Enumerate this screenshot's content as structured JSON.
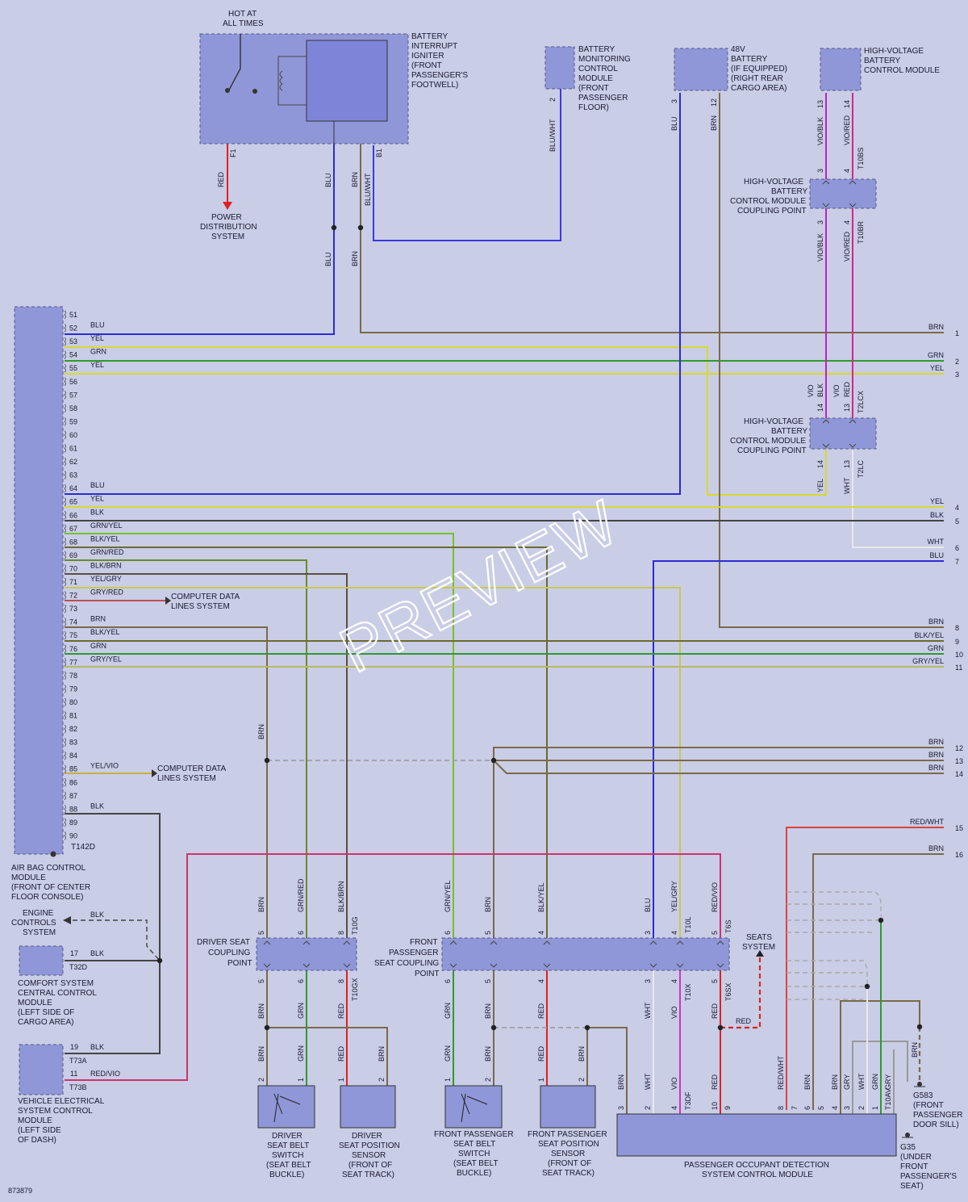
{
  "colors": {
    "BLU": "#2b2bd6",
    "BRN": "#7a6a4a",
    "YEL": "#d8d830",
    "GRN": "#2e9a2e",
    "BLK": "#444444",
    "RED": "#e02020",
    "VIO": "#d030d0",
    "WHT": "#e8e8e8",
    "GRY": "#9a9a9a",
    "BLU/WHT": "#3a3ae0",
    "BRN/WHT": "#8a7a5a",
    "GRN/YEL": "#78c028",
    "BLK/YEL": "#6a6a30",
    "GRN/RED": "#6a8a2a",
    "BLK/BRN": "#5a5040",
    "YEL/GRY": "#c8c850",
    "GRY/RED": "#c05050",
    "GRY/YEL": "#b8b860",
    "YEL/VIO": "#c8b040",
    "RED/VIO": "#d03070",
    "RED/WHT": "#e04040",
    "VIO/BLK": "#c020c0",
    "VIO/RED": "#d02890",
    "background": "#c9cde6",
    "module": "#8f97d8"
  },
  "watermark": "PREVIEW",
  "figure_id": "873879",
  "modules": {
    "airbag": [
      "AIR BAG CONTROL",
      "MODULE",
      "(FRONT OF CENTER",
      "FLOOR CONSOLE)"
    ],
    "airbag_connector": "T142D",
    "igniter": [
      "BATTERY",
      "INTERRUPT",
      "IGNITER",
      "(FRONT",
      "PASSENGER'S",
      "FOOTWELL)"
    ],
    "hot": [
      "HOT AT",
      "ALL TIMES"
    ],
    "power": [
      "POWER",
      "DISTRIBUTION",
      "SYSTEM"
    ],
    "bmc": [
      "BATTERY",
      "MONITORING",
      "CONTROL",
      "MODULE",
      "(FRONT",
      "PASSENGER",
      "FLOOR)"
    ],
    "battery48": [
      "48V",
      "BATTERY",
      "(IF EQUIPPED)",
      "(RIGHT REAR",
      "CARGO AREA)"
    ],
    "hvbcm": [
      "HIGH-VOLTAGE",
      "BATTERY",
      "CONTROL MODULE"
    ],
    "hvcp": [
      "HIGH-VOLTAGE",
      "BATTERY",
      "CONTROL MODULE",
      "COUPLING POINT"
    ],
    "engine": [
      "ENGINE",
      "CONTROLS",
      "SYSTEM"
    ],
    "comfort": [
      "COMFORT SYSTEM",
      "CENTRAL CONTROL",
      "MODULE",
      "(LEFT SIDE OF",
      "CARGO AREA)"
    ],
    "vesc": [
      "VEHICLE ELECTRICAL",
      "SYSTEM CONTROL",
      "MODULE",
      "(LEFT SIDE",
      "OF DASH)"
    ],
    "cdl1": [
      "COMPUTER DATA",
      "LINES SYSTEM"
    ],
    "cdl2": [
      "COMPUTER DATA",
      "LINES SYSTEM"
    ],
    "driver_cp": [
      "DRIVER SEAT",
      "COUPLING",
      "POINT"
    ],
    "fp_cp": [
      "FRONT",
      "PASSENGER",
      "SEAT COUPLING",
      "POINT"
    ],
    "seats": [
      "SEATS",
      "SYSTEM"
    ],
    "dsbs": [
      "DRIVER",
      "SEAT BELT",
      "SWITCH",
      "(SEAT BELT",
      "BUCKLE)"
    ],
    "dsps": [
      "DRIVER",
      "SEAT POSITION",
      "SENSOR",
      "(FRONT OF",
      "SEAT TRACK)"
    ],
    "fpsbs": [
      "FRONT PASSENGER",
      "SEAT BELT",
      "SWITCH",
      "(SEAT BELT",
      "BUCKLE)"
    ],
    "fpsps": [
      "FRONT PASSENGER",
      "SEAT POSITION",
      "SENSOR",
      "(FRONT OF",
      "SEAT TRACK)"
    ],
    "podscm": [
      "PASSENGER OCCUPANT DETECTION",
      "SYSTEM CONTROL MODULE"
    ],
    "g583": [
      "G583",
      "(FRONT",
      "PASSENGER",
      "DOOR SILL)"
    ],
    "g35": [
      "G35",
      "(UNDER",
      "FRONT",
      "PASSENGER'S",
      "SEAT)"
    ]
  },
  "airbag_pins": [
    {
      "pin": "51",
      "wire": ""
    },
    {
      "pin": "52",
      "wire": "BLU"
    },
    {
      "pin": "53",
      "wire": "YEL"
    },
    {
      "pin": "54",
      "wire": "GRN"
    },
    {
      "pin": "55",
      "wire": "YEL"
    },
    {
      "pin": "56",
      "wire": ""
    },
    {
      "pin": "57",
      "wire": ""
    },
    {
      "pin": "58",
      "wire": ""
    },
    {
      "pin": "59",
      "wire": ""
    },
    {
      "pin": "60",
      "wire": ""
    },
    {
      "pin": "61",
      "wire": ""
    },
    {
      "pin": "62",
      "wire": ""
    },
    {
      "pin": "63",
      "wire": ""
    },
    {
      "pin": "64",
      "wire": "BLU"
    },
    {
      "pin": "65",
      "wire": "YEL"
    },
    {
      "pin": "66",
      "wire": "BLK"
    },
    {
      "pin": "67",
      "wire": "GRN/YEL"
    },
    {
      "pin": "68",
      "wire": "BLK/YEL"
    },
    {
      "pin": "69",
      "wire": "GRN/RED"
    },
    {
      "pin": "70",
      "wire": "BLK/BRN"
    },
    {
      "pin": "71",
      "wire": "YEL/GRY"
    },
    {
      "pin": "72",
      "wire": "GRY/RED"
    },
    {
      "pin": "73",
      "wire": ""
    },
    {
      "pin": "74",
      "wire": "BRN"
    },
    {
      "pin": "75",
      "wire": "BLK/YEL"
    },
    {
      "pin": "76",
      "wire": "GRN"
    },
    {
      "pin": "77",
      "wire": "GRY/YEL"
    },
    {
      "pin": "78",
      "wire": ""
    },
    {
      "pin": "79",
      "wire": ""
    },
    {
      "pin": "80",
      "wire": ""
    },
    {
      "pin": "81",
      "wire": ""
    },
    {
      "pin": "82",
      "wire": ""
    },
    {
      "pin": "83",
      "wire": ""
    },
    {
      "pin": "84",
      "wire": ""
    },
    {
      "pin": "85",
      "wire": "YEL/VIO"
    },
    {
      "pin": "86",
      "wire": ""
    },
    {
      "pin": "87",
      "wire": ""
    },
    {
      "pin": "88",
      "wire": "BLK"
    },
    {
      "pin": "89",
      "wire": ""
    },
    {
      "pin": "90",
      "wire": ""
    }
  ],
  "right_terms": [
    {
      "label": "BRN",
      "num": "1"
    },
    {
      "label": "GRN",
      "num": "2"
    },
    {
      "label": "YEL",
      "num": "3"
    },
    {
      "label": "YEL",
      "num": "4"
    },
    {
      "label": "BLK",
      "num": "5"
    },
    {
      "label": "WHT",
      "num": "6"
    },
    {
      "label": "BLU",
      "num": "7"
    },
    {
      "label": "BRN",
      "num": "8"
    },
    {
      "label": "BLK/YEL",
      "num": "9"
    },
    {
      "label": "GRN",
      "num": "10"
    },
    {
      "label": "GRY/YEL",
      "num": "11"
    },
    {
      "label": "BRN",
      "num": "12"
    },
    {
      "label": "BRN",
      "num": "13"
    },
    {
      "label": "BRN",
      "num": "14"
    },
    {
      "label": "RED/WHT",
      "num": "15"
    },
    {
      "label": "BRN",
      "num": "16"
    }
  ],
  "wire_labels": {
    "red_f1": "RED",
    "f1": "F1",
    "blu1": "BLU",
    "brn2": "BRN",
    "bluwht": "BLU/WHT",
    "b1": "B1",
    "blu_mid": "BLU",
    "brn_mid": "BRN",
    "bmc_wire": "BLU/WHT",
    "bmc_pin": "2",
    "b48_blu": "BLU",
    "b48_brn": "BRN",
    "b48_p3": "3",
    "b48_p12": "12",
    "hv_vioblk": "VIO/BLK",
    "hv_viored": "VIO/RED",
    "hv_p13": "13",
    "hv_p14": "14",
    "t10bs": "T10BS",
    "t10br": "T10BR",
    "hv2_vioblk": "VIO/BLK",
    "hv2_viored": "VIO/RED",
    "hv2_p3": "3",
    "hv2_p4": "4",
    "cp1_p3": "3",
    "cp1_p4": "4",
    "vio1": "VIO",
    "blk1": "BLK",
    "vio2": "VIO",
    "red2": "RED",
    "p14a": "14",
    "p13a": "13",
    "t2lcx": "T2LCX",
    "yel2": "YEL",
    "wht2": "WHT",
    "p14b": "14",
    "p13b": "13",
    "t2lc": "T2LC",
    "brn_vert": "BRN",
    "engine_blk": "BLK",
    "comfort_pin": "17",
    "comfort_blk": "BLK",
    "t32d": "T32D",
    "vesc_p19": "19",
    "vesc_blk": "BLK",
    "t73a": "T73A",
    "vesc_p11": "11",
    "vesc_redvio": "RED/VIO",
    "t73b": "T73B",
    "ds_brn": "BRN",
    "ds_grnred": "GRN/RED",
    "ds_blkbrn": "BLK/BRN",
    "t10g": "T10G",
    "ds_p5": "5",
    "ds_p6": "6",
    "ds_p8": "8",
    "ds_p5b": "5",
    "ds_p6b": "6",
    "ds_p8b": "8",
    "t10gx": "T10GX",
    "ds_brn2": "BRN",
    "ds_grn2": "GRN",
    "ds_red2": "RED",
    "dsbs_brn": "BRN",
    "dsbs_grn": "GRN",
    "dsbs_p2": "2",
    "dsbs_p1": "1",
    "dsps_red": "RED",
    "dsps_brn": "BRN",
    "dsps_p1": "1",
    "dsps_p2": "2",
    "fp_grnyel": "GRN/YEL",
    "fp_brn": "BRN",
    "fp_blkyel": "BLK/YEL",
    "fp_blu": "BLU",
    "fp_yelgry": "YEL/GRY",
    "fp_redvio": "RED/VIO",
    "t10l": "T10L",
    "t6s": "T6S",
    "fp_p6": "6",
    "fp_p5": "5",
    "fp_p4": "4",
    "fp_p3": "3",
    "fp_p4b": "4",
    "fp_p5c": "5",
    "fp_p6b": "6",
    "fp_p5b": "5",
    "fp_p4c": "4",
    "fp_p3b": "3",
    "fp_p4d": "4",
    "fp_p5d": "5",
    "t10x": "T10X",
    "t6sx": "T6SX",
    "fp_grn2": "GRN",
    "fp_brn2": "BRN",
    "fp_red2": "RED",
    "fp_wht2": "WHT",
    "fp_vio2": "VIO",
    "fp_red3": "RED",
    "seats_red": "RED",
    "fpsbs_grn": "GRN",
    "fpsbs_brn": "BRN",
    "fpsbs_p1": "1",
    "fpsbs_p2": "2",
    "fpsps_red": "RED",
    "fpsps_brn": "BRN",
    "fpsps_p1": "1",
    "fpsps_p2": "2",
    "pod_brn": "BRN",
    "pod_wht": "WHT",
    "pod_vio": "VIO",
    "pod_red": "RED",
    "pod_redwht": "RED/WHT",
    "pod_brn2": "BRN",
    "pod_brn3": "BRN",
    "pod_gry": "GRY",
    "pod_wht2": "WHT",
    "pod_grn": "GRN",
    "pod_gry2": "GRY",
    "pod_p3": "3",
    "pod_p2": "2",
    "pod_p4": "4",
    "t3df": "T3DF",
    "pod_p10": "10",
    "pod_p9": "9",
    "pod_p8": "8",
    "pod_p7": "7",
    "pod_p6": "6",
    "pod_p5": "5",
    "pod_p4b": "4",
    "pod_p3b": "3",
    "pod_p2b": "2",
    "pod_p1": "1",
    "t10av": "T10AV",
    "g583_brn": "BRN"
  }
}
